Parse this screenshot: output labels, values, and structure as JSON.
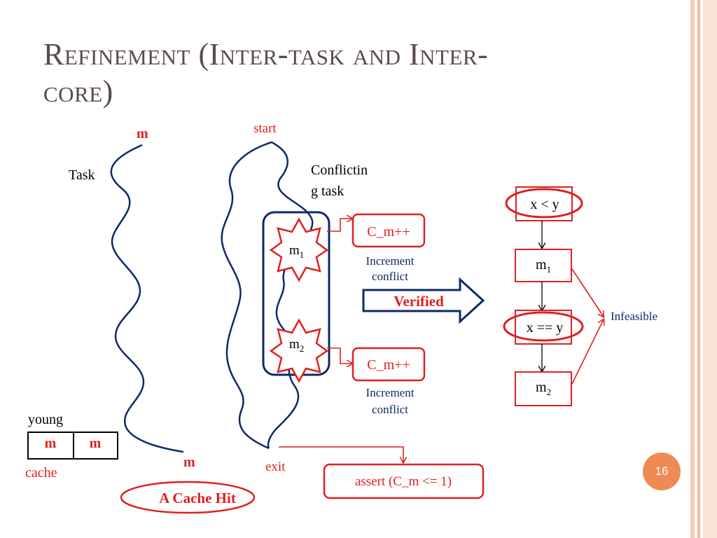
{
  "slide": {
    "title_line1": "Refinement (Inter-task and Inter-",
    "title_line2": "core)",
    "slide_number": "16"
  },
  "task": {
    "top_label": "m",
    "label": "Task",
    "bottom_label": "m"
  },
  "conflicting_task": {
    "start_label": "start",
    "label_line1": "Conflictin",
    "label_line2": "g task",
    "exit_label": "exit",
    "access1": {
      "name": "m",
      "sub": "1"
    },
    "access2": {
      "name": "m",
      "sub": "2"
    }
  },
  "counters": {
    "first": {
      "label": "C_m++",
      "note_line1": "Increment",
      "note_line2": "conflict"
    },
    "second": {
      "label": "C_m++",
      "note_line1": "Increment",
      "note_line2": "conflict"
    }
  },
  "verified_label": "Verified",
  "assert_label": "assert (C_m <= 1)",
  "cache": {
    "young_label": "young",
    "cells": [
      "m",
      "m"
    ],
    "label": "cache",
    "hit_label": "A Cache Hit"
  },
  "flow": {
    "node1": "x < y",
    "node2": {
      "name": "m",
      "sub": "1"
    },
    "node3": "x == y",
    "node4": {
      "name": "m",
      "sub": "2"
    },
    "infeasible_label": "Infeasible"
  },
  "colors": {
    "accent_red": "#e02020",
    "navy": "#0d2a66",
    "title": "#5a4a52",
    "badge": "#f08a55"
  }
}
